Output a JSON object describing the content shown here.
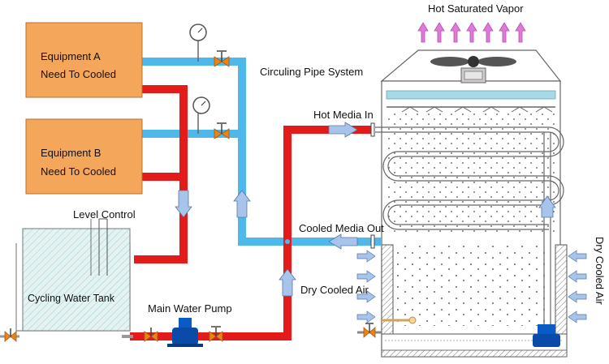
{
  "labels": {
    "equipment_a_line1": "Equipment  A",
    "equipment_a_line2": "Need To Cooled",
    "equipment_b_line1": "Equipment B",
    "equipment_b_line2": "Need To Cooled",
    "level_control": "Level Control",
    "water_tank": "Cycling Water Tank",
    "main_pump": "Main Water Pump",
    "circuling_pipe": "Circuling Pipe System",
    "hot_media_in": "Hot Media In",
    "cooled_media_out": "Cooled Media Out",
    "dry_cooled_air_left": "Dry Cooled Air",
    "dry_cooled_air_right": "Dry Cooled Air",
    "hot_vapor": "Hot Saturated Vapor"
  },
  "colors": {
    "equipment_fill": "#f4a65a",
    "hot_pipe": "#e41b1b",
    "cold_pipe": "#4fb8ea",
    "arrow_fill": "#a9c4ea",
    "vapor": "#e070d6",
    "tank_fill": "#dff1ef",
    "pump": "#0a5cc4",
    "valve": "#e8851a"
  }
}
